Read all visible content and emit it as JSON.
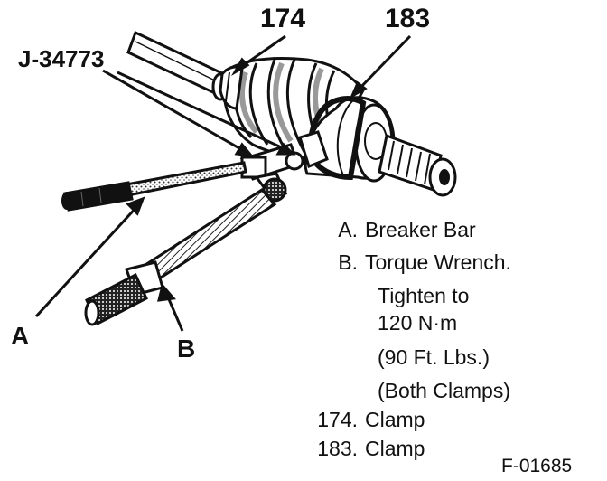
{
  "callouts": {
    "clamp_174": "174",
    "clamp_183": "183",
    "tool": "J-34773",
    "a": "A",
    "b": "B"
  },
  "legend": {
    "a_marker": "A.",
    "a_text": "Breaker Bar",
    "b_marker": "B.",
    "b_line1": "Torque Wrench.",
    "b_line2": "Tighten to",
    "b_line3": "120 N·m",
    "b_line4": "(90 Ft. Lbs.)",
    "b_line5": "(Both Clamps)",
    "c174_marker": "174.",
    "c174_text": "Clamp",
    "c183_marker": "183.",
    "c183_text": "Clamp"
  },
  "figure_id": "F-01685",
  "colors": {
    "ink": "#111111",
    "paper": "#ffffff"
  }
}
